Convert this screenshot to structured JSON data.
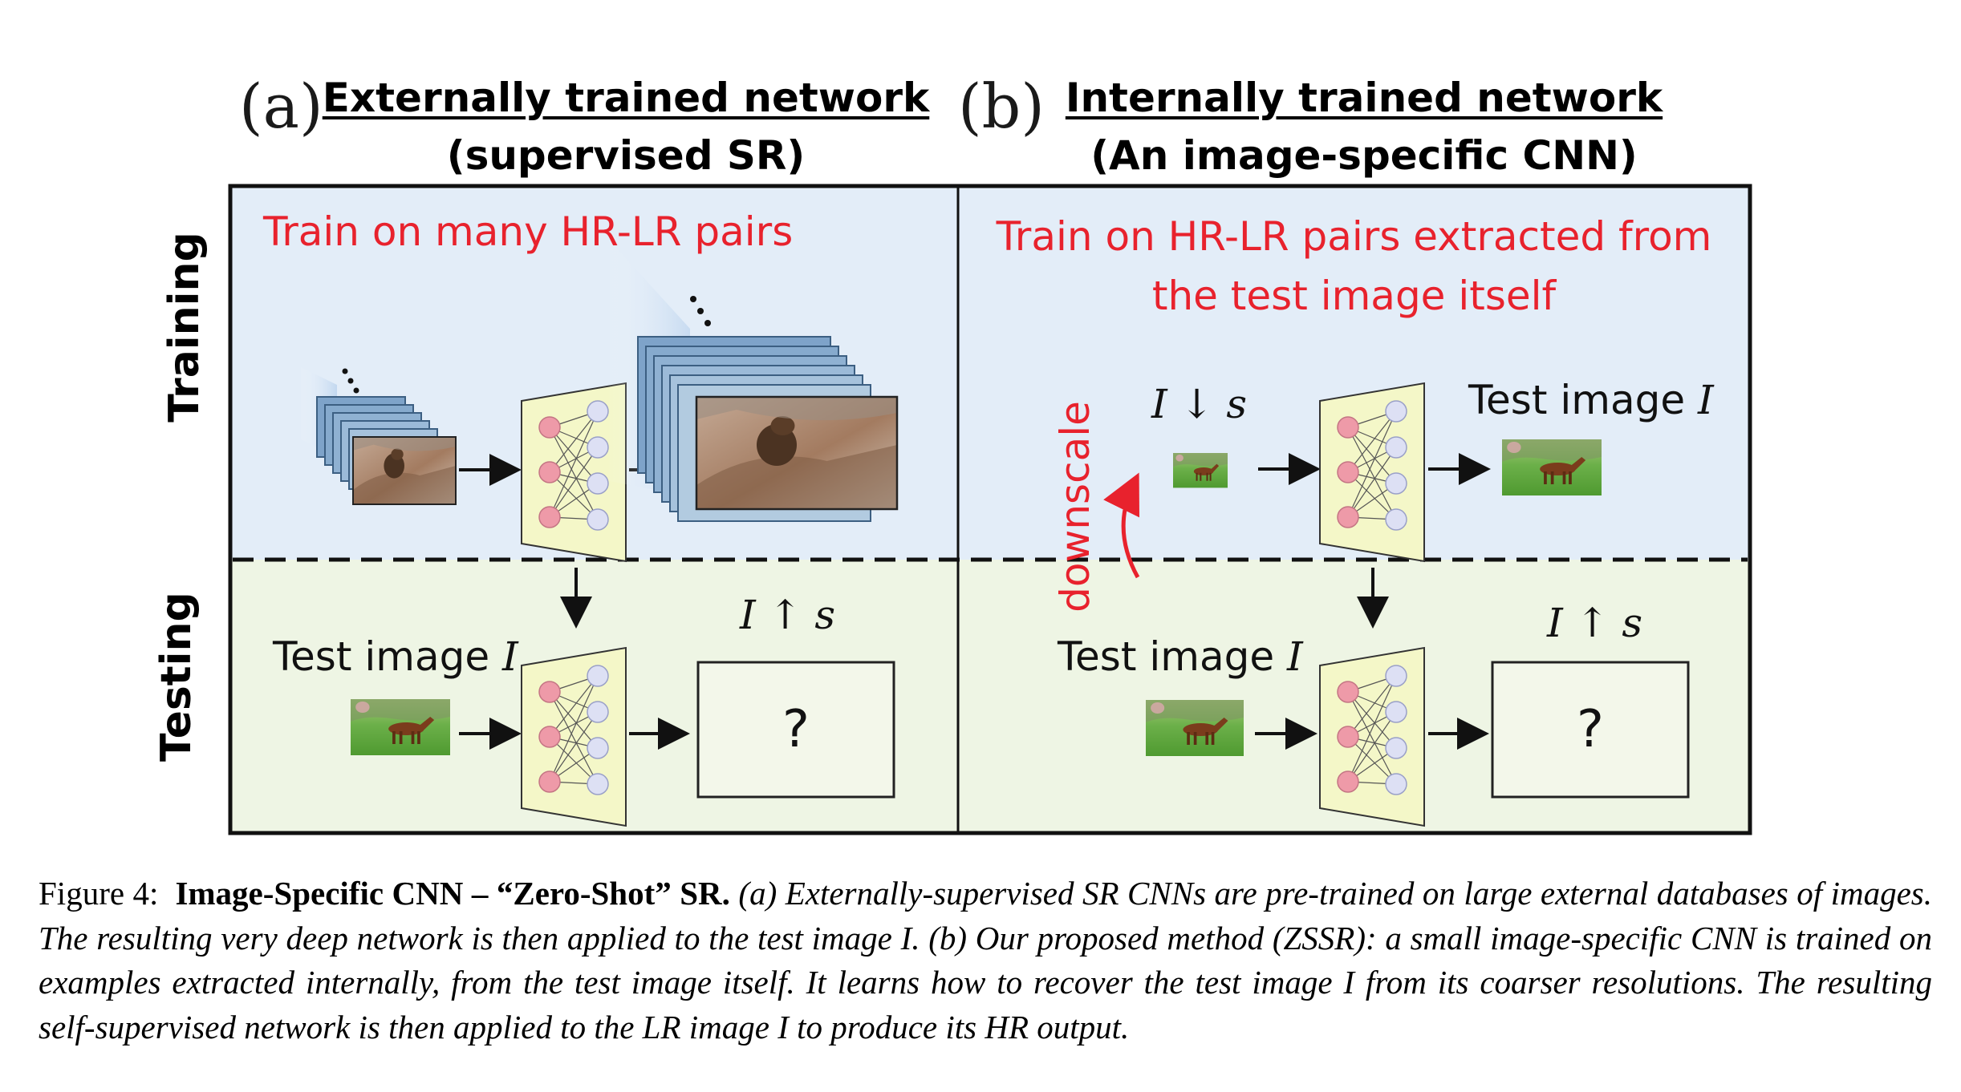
{
  "panel_a": {
    "letter": "(a)",
    "title_line1": "Externally trained network",
    "title_line2": "(supervised SR)",
    "training_text": "Train on many HR-LR pairs",
    "test_label": "Test image",
    "test_symbol": "I",
    "output_label": "I ↑ s",
    "output_box": "?"
  },
  "panel_b": {
    "letter": "(b)",
    "title_line1": "Internally trained network",
    "title_line2": "(An image-specific CNN)",
    "training_text_line1": "Train on HR-LR pairs extracted from",
    "training_text_line2": "the test image itself",
    "downscale_label": "downscale",
    "small_label": "I ↓ s",
    "train_test_label": "Test image",
    "train_test_symbol": "I",
    "test_label": "Test image",
    "test_symbol": "I",
    "output_label": "I ↑ s",
    "output_box": "?"
  },
  "row_labels": {
    "training": "Training",
    "testing": "Testing"
  },
  "caption": {
    "prefix": "Figure 4:",
    "title": "Image-Specific CNN – “Zero-Shot” SR.",
    "part_a": "(a) Externally-supervised SR CNNs are pre-trained on large external databases of images. The resulting very deep network is then applied to the test image I.",
    "part_b": "(b) Our proposed method (ZSSR): a small image-specific CNN is trained on examples extracted internally, from the test image itself. It learns how to recover the test image I from its coarser resolutions. The resulting self-supervised network is then applied to the LR image I to produce its HR output."
  },
  "colors": {
    "training_bg": "#e3edf8",
    "testing_bg": "#eef5e4",
    "network_fill": "#f4f7c8",
    "input_node": "#ee9aa8",
    "hidden_node": "#dde0f4",
    "annotation_red": "#e8222d"
  }
}
